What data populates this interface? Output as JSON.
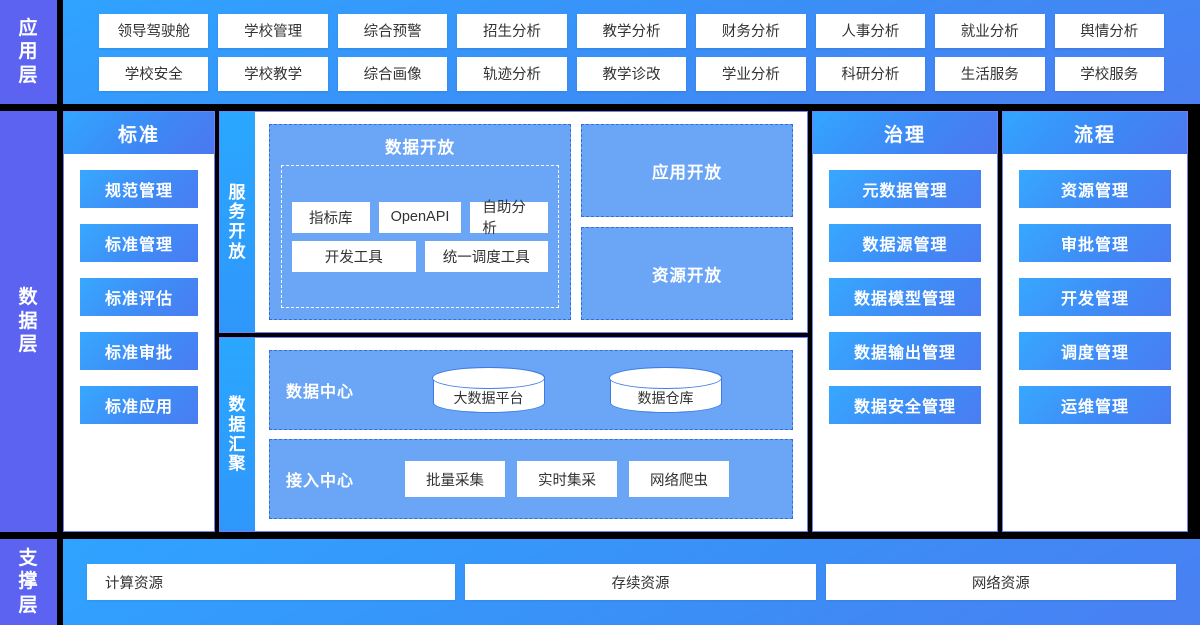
{
  "layers": {
    "application": {
      "label": "应用层"
    },
    "data": {
      "label": "数据层"
    },
    "support": {
      "label": "支撑层"
    }
  },
  "application_layer": {
    "row1": [
      "领导驾驶舱",
      "学校管理",
      "综合预警",
      "招生分析",
      "教学分析",
      "财务分析",
      "人事分析",
      "就业分析",
      "舆情分析"
    ],
    "row2": [
      "学校安全",
      "学校教学",
      "综合画像",
      "轨迹分析",
      "教学诊改",
      "学业分析",
      "科研分析",
      "生活服务",
      "学校服务"
    ]
  },
  "standard_column": {
    "title": "标准",
    "items": [
      "规范管理",
      "标准管理",
      "标准评估",
      "标准审批",
      "标准应用"
    ]
  },
  "service_open": {
    "tab_label": "服务开放",
    "open_data": {
      "title": "数据开放",
      "tools_row1": [
        "指标库",
        "OpenAPI",
        "自助分析"
      ],
      "tools_row2": [
        "开发工具",
        "统一调度工具"
      ]
    },
    "cards": [
      "应用开放",
      "资源开放"
    ]
  },
  "data_aggregation": {
    "tab_label": "数据汇聚",
    "data_center": {
      "label": "数据中心",
      "stores": [
        "大数据平台",
        "数据仓库"
      ]
    },
    "access_center": {
      "label": "接入中心",
      "sources": [
        "批量采集",
        "实时集采",
        "网络爬虫"
      ]
    }
  },
  "governance_column": {
    "title": "治理",
    "items": [
      "元数据管理",
      "数据源管理",
      "数据模型管理",
      "数据输出管理",
      "数据安全管理"
    ]
  },
  "process_column": {
    "title": "流程",
    "items": [
      "资源管理",
      "审批管理",
      "开发管理",
      "调度管理",
      "运维管理"
    ]
  },
  "support_layer": {
    "resources": [
      "计算资源",
      "存续资源",
      "网络资源"
    ]
  },
  "colors": {
    "layer_label_bg": "#5b63f0",
    "panel_header_start": "#32a6ff",
    "panel_header_end": "#4d77f0",
    "pill_gradient_start": "#37a8ff",
    "pill_gradient_end": "#4a7cf1",
    "dashed_block_bg": "#6aa5f6",
    "dashed_block_border": "#2f6fe0",
    "chip_bg": "#ffffff",
    "chip_text": "#333333",
    "frame": "#000000"
  }
}
